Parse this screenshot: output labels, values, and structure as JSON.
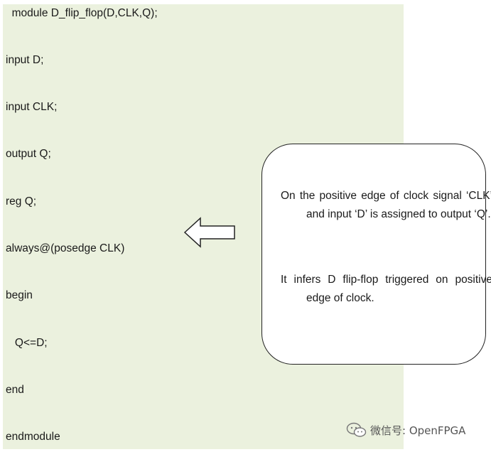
{
  "code": {
    "lines": [
      "  module D_flip_flop(D,CLK,Q);",
      "input D;",
      "input CLK;",
      "output Q;",
      "reg Q;",
      "always@(posedge CLK)",
      "begin",
      "   Q<=D;",
      "end",
      "endmodule"
    ]
  },
  "callout": {
    "paragraph1": "On the positive edge of clock signal ‘CLK’ and input ‘D’ is assigned to output ‘Q’.",
    "paragraph2": "It infers D flip-flop triggered on positive edge of clock."
  },
  "watermark": {
    "text": "微信号: OpenFPGA",
    "icon": "wechat-icon"
  },
  "colors": {
    "code_background": "#ebf1de",
    "text": "#1a1a1a"
  }
}
